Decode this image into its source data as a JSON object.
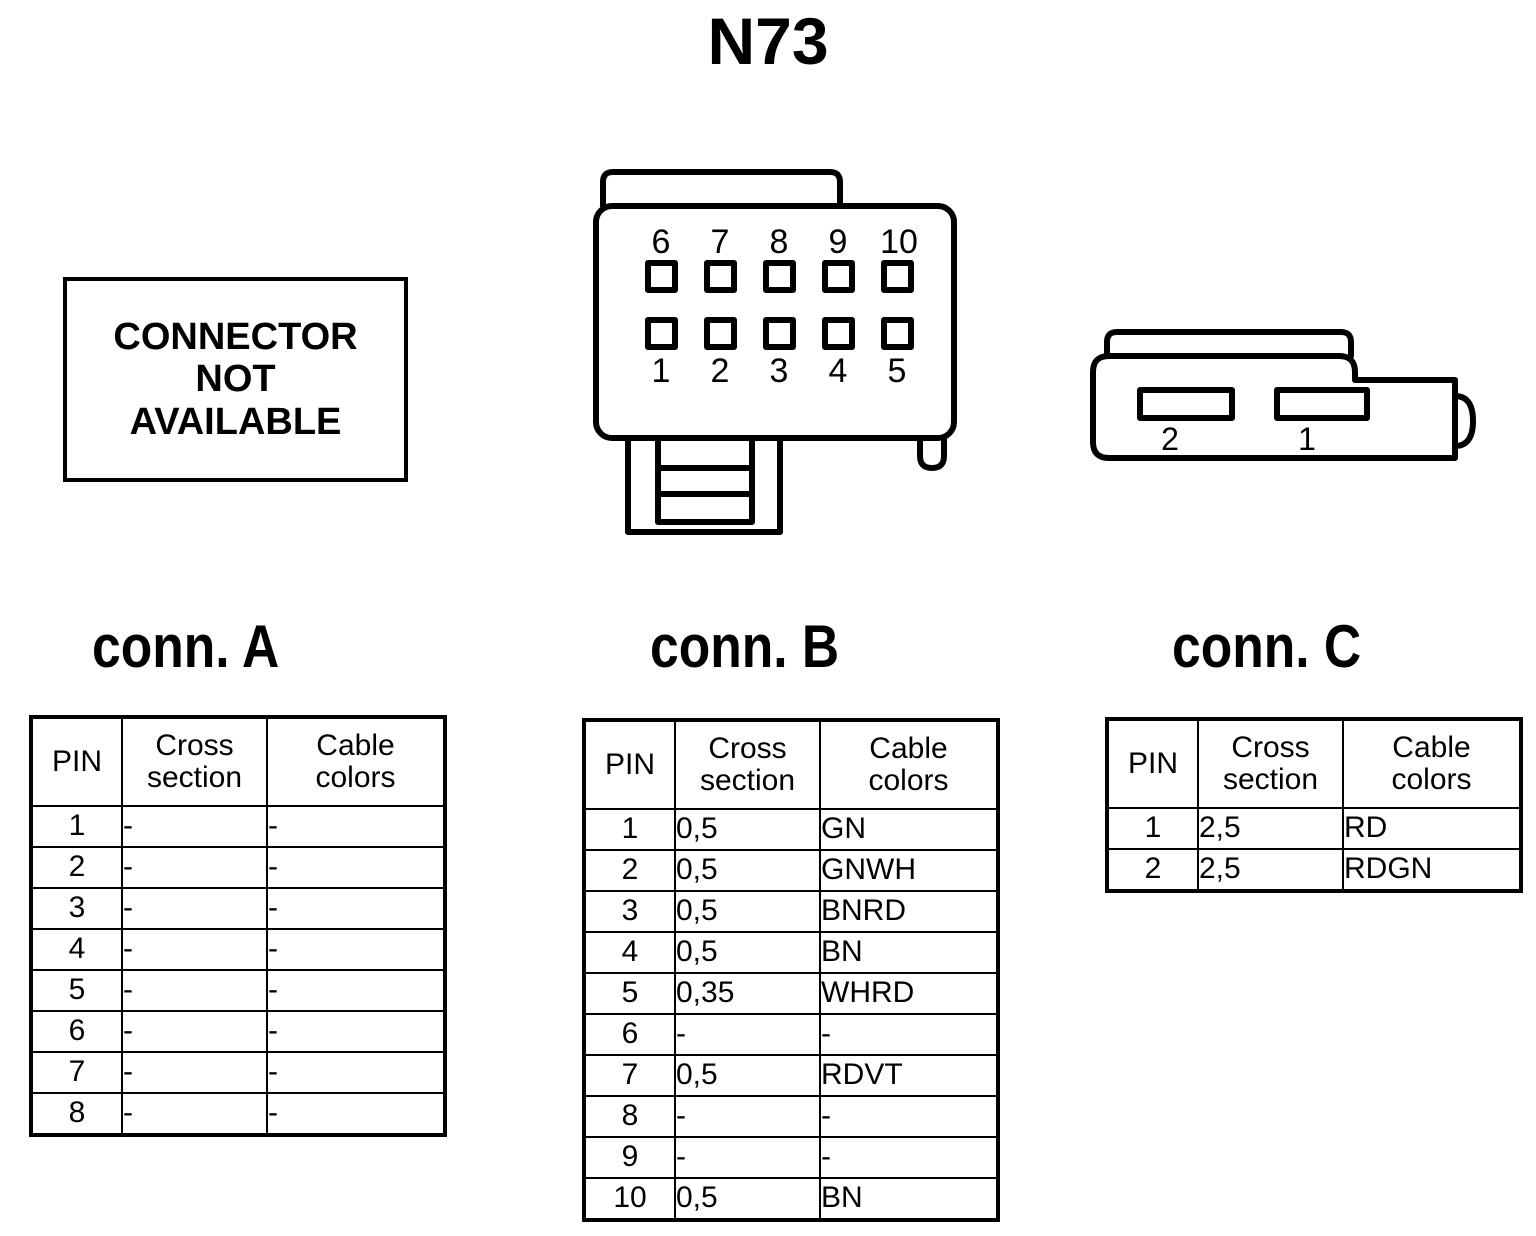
{
  "title": "N73",
  "not_available": {
    "line1": "CONNECTOR",
    "line2": "NOT",
    "line3": "AVAILABLE"
  },
  "connector_b_drawing": {
    "pin_labels_top": [
      "6",
      "7",
      "8",
      "9",
      "10"
    ],
    "pin_labels_bottom": [
      "1",
      "2",
      "3",
      "4",
      "5"
    ]
  },
  "connector_c_drawing": {
    "pin_labels": [
      "2",
      "1"
    ]
  },
  "headings": {
    "a": "conn. A",
    "b": "conn. B",
    "c": "conn. C"
  },
  "table_headers": {
    "pin": "PIN",
    "cross_line1": "Cross",
    "cross_line2": "section",
    "color_line1": "Cable",
    "color_line2": "colors"
  },
  "tables": {
    "a": {
      "rows": [
        {
          "pin": "1",
          "cross": "-",
          "color": "-"
        },
        {
          "pin": "2",
          "cross": "-",
          "color": "-"
        },
        {
          "pin": "3",
          "cross": "-",
          "color": "-"
        },
        {
          "pin": "4",
          "cross": "-",
          "color": "-"
        },
        {
          "pin": "5",
          "cross": "-",
          "color": "-"
        },
        {
          "pin": "6",
          "cross": "-",
          "color": "-"
        },
        {
          "pin": "7",
          "cross": "-",
          "color": "-"
        },
        {
          "pin": "8",
          "cross": "-",
          "color": "-"
        }
      ]
    },
    "b": {
      "rows": [
        {
          "pin": "1",
          "cross": "0,5",
          "color": "GN"
        },
        {
          "pin": "2",
          "cross": "0,5",
          "color": "GNWH"
        },
        {
          "pin": "3",
          "cross": "0,5",
          "color": "BNRD"
        },
        {
          "pin": "4",
          "cross": "0,5",
          "color": "BN"
        },
        {
          "pin": "5",
          "cross": "0,35",
          "color": "WHRD"
        },
        {
          "pin": "6",
          "cross": "-",
          "color": "-"
        },
        {
          "pin": "7",
          "cross": "0,5",
          "color": "RDVT"
        },
        {
          "pin": "8",
          "cross": "-",
          "color": "-"
        },
        {
          "pin": "9",
          "cross": "-",
          "color": "-"
        },
        {
          "pin": "10",
          "cross": "0,5",
          "color": "BN"
        }
      ]
    },
    "c": {
      "rows": [
        {
          "pin": "1",
          "cross": "2,5",
          "color": "RD"
        },
        {
          "pin": "2",
          "cross": "2,5",
          "color": "RDGN"
        }
      ]
    }
  },
  "colors": {
    "line": "#000000",
    "background": "#ffffff"
  }
}
